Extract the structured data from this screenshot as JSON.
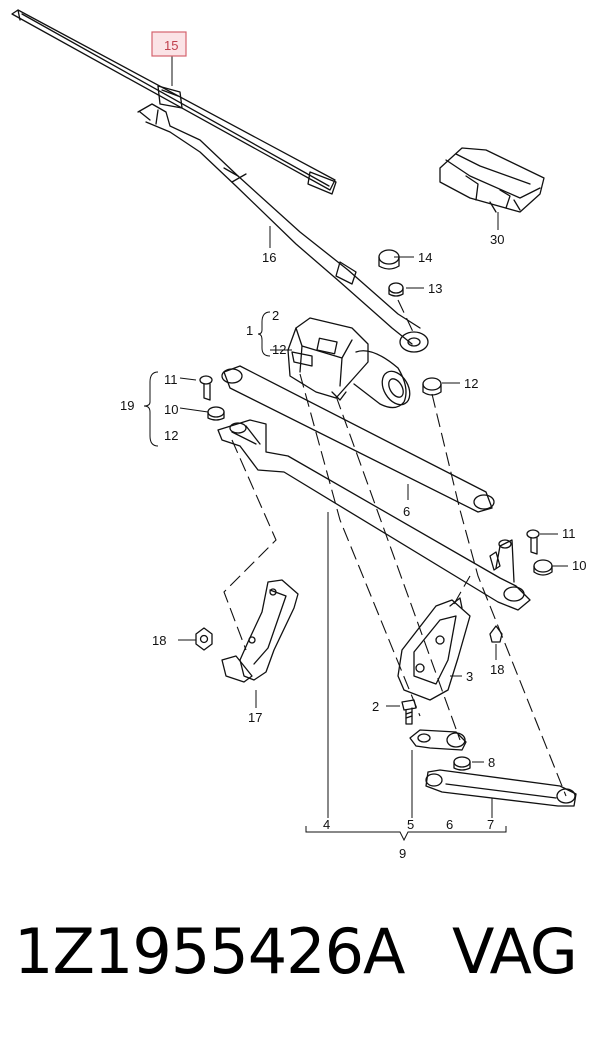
{
  "diagram": {
    "highlight_color": "#e8a0a8",
    "labels": {
      "l15": "15",
      "l30": "30",
      "l16": "16",
      "l14": "14",
      "l13": "13",
      "l1": "1",
      "l2a": "2",
      "l12a": "12",
      "l11a": "11",
      "l19": "19",
      "l10a": "10",
      "l12b": "12",
      "l6a": "6",
      "l11b": "11",
      "l10b": "10",
      "l18a": "18",
      "l18b": "18",
      "l3": "3",
      "l17": "17",
      "l2b": "2",
      "l8": "8",
      "l4": "4",
      "l5": "5",
      "l6b": "6",
      "l7": "7",
      "l9": "9"
    }
  },
  "footer": {
    "part_number": "1Z1955426A",
    "brand": "VAG"
  }
}
